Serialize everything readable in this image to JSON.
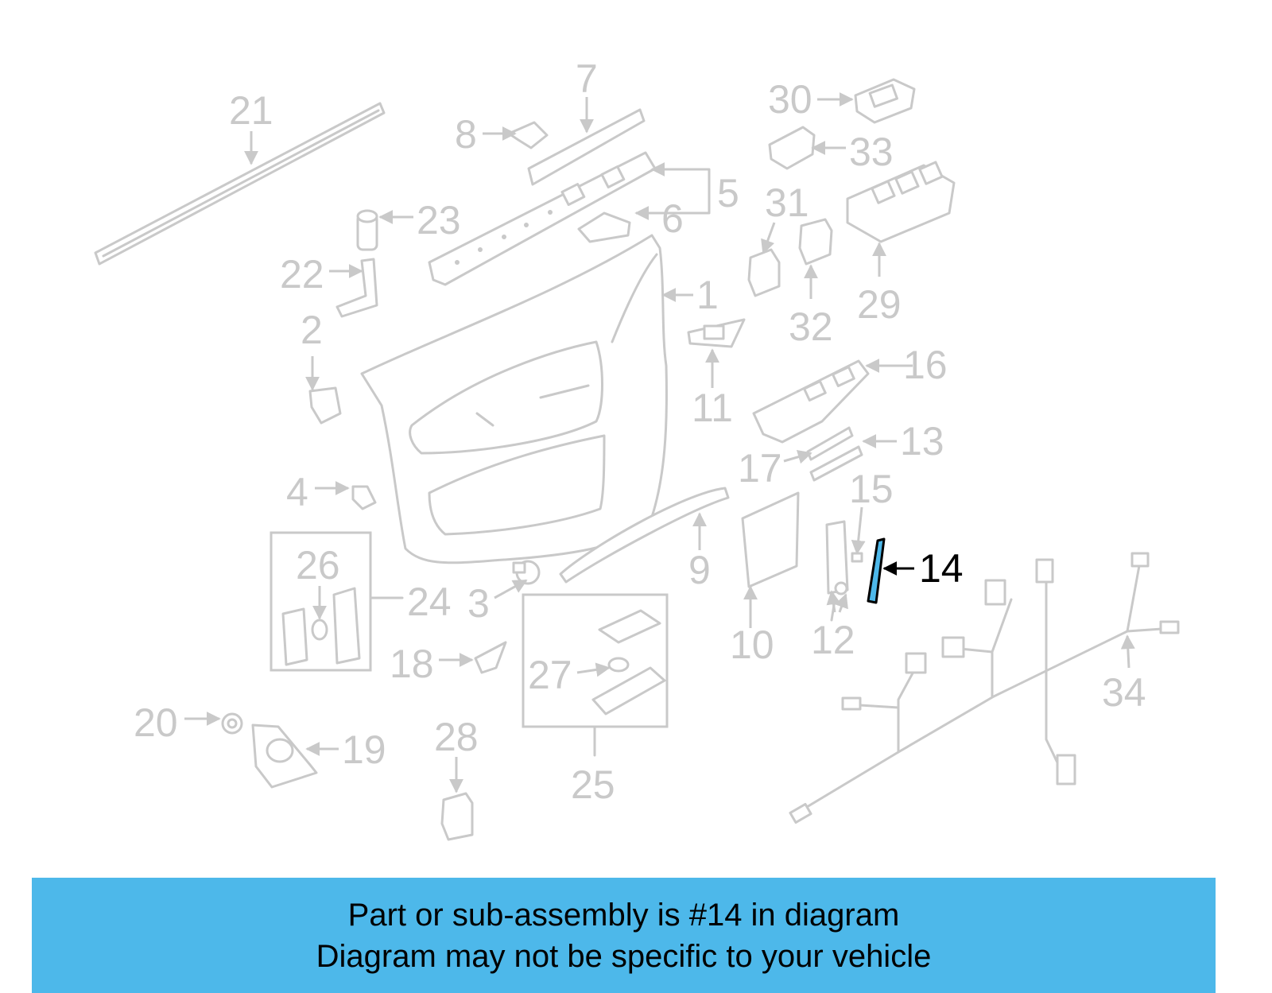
{
  "diagram": {
    "callouts": [
      {
        "id": "1",
        "label": "1"
      },
      {
        "id": "2",
        "label": "2"
      },
      {
        "id": "3",
        "label": "3"
      },
      {
        "id": "4",
        "label": "4"
      },
      {
        "id": "5",
        "label": "5"
      },
      {
        "id": "6",
        "label": "6"
      },
      {
        "id": "7",
        "label": "7"
      },
      {
        "id": "8",
        "label": "8"
      },
      {
        "id": "9",
        "label": "9"
      },
      {
        "id": "10",
        "label": "10"
      },
      {
        "id": "11",
        "label": "11"
      },
      {
        "id": "12",
        "label": "12"
      },
      {
        "id": "13",
        "label": "13"
      },
      {
        "id": "14",
        "label": "14",
        "highlighted": true
      },
      {
        "id": "15",
        "label": "15"
      },
      {
        "id": "16",
        "label": "16"
      },
      {
        "id": "17",
        "label": "17"
      },
      {
        "id": "18",
        "label": "18"
      },
      {
        "id": "19",
        "label": "19"
      },
      {
        "id": "20",
        "label": "20"
      },
      {
        "id": "21",
        "label": "21"
      },
      {
        "id": "22",
        "label": "22"
      },
      {
        "id": "23",
        "label": "23"
      },
      {
        "id": "24",
        "label": "24"
      },
      {
        "id": "25",
        "label": "25"
      },
      {
        "id": "26",
        "label": "26"
      },
      {
        "id": "27",
        "label": "27"
      },
      {
        "id": "28",
        "label": "28"
      },
      {
        "id": "29",
        "label": "29"
      },
      {
        "id": "30",
        "label": "30"
      },
      {
        "id": "31",
        "label": "31"
      },
      {
        "id": "32",
        "label": "32"
      },
      {
        "id": "33",
        "label": "33"
      },
      {
        "id": "34",
        "label": "34"
      }
    ],
    "colors": {
      "part_line": "#c9c9c9",
      "label": "#c9c9c9",
      "highlight_fill": "#4db8ea",
      "highlight_label": "#000000",
      "banner": "#4db8ea"
    }
  },
  "banner": {
    "line1": "Part or sub-assembly is #14 in diagram",
    "line2": "Diagram may not be specific to your vehicle"
  }
}
